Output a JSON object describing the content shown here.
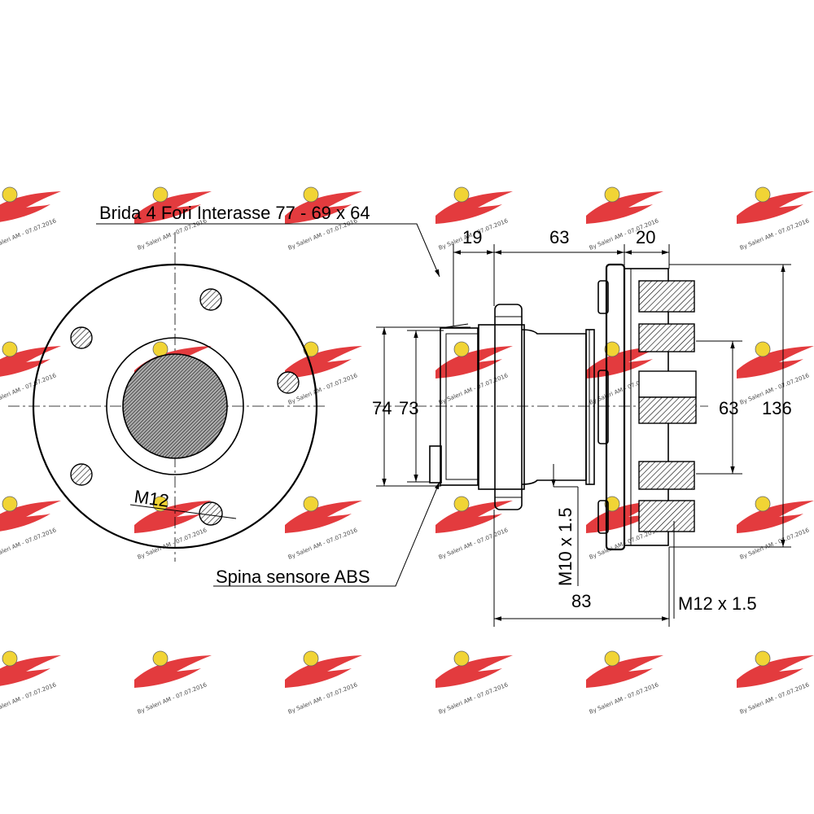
{
  "labels": {
    "flange": "Brida 4 Fori Interasse 77 - 69 x 64",
    "abs_pin": "Spina sensore ABS",
    "bolt_hole": "M12",
    "center_thread": "M10 x 1.5",
    "stud_thread": "M12 x 1.5"
  },
  "dimensions": {
    "d19": "19",
    "d63_top": "63",
    "d20": "20",
    "d74": "74",
    "d73": "73",
    "d63_right": "63",
    "d136": "136",
    "d83": "83"
  },
  "watermark": {
    "text": "By Saleri AM - 07.07.2016",
    "wing_color": "#e0262a",
    "badge_color": "#f0d020"
  }
}
